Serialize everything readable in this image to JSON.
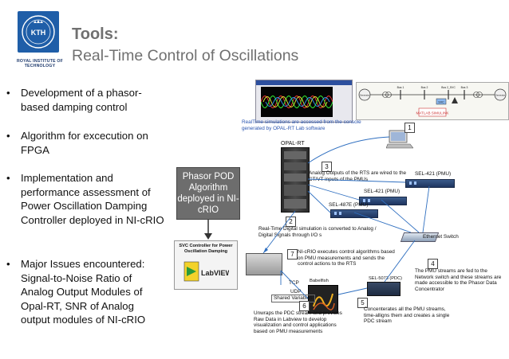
{
  "header": {
    "title_line1": "Tools:",
    "title_line2": "Real-Time Control of Oscillations",
    "logo_text": "KTH",
    "institute": "ROYAL INSTITUTE OF TECHNOLOGY"
  },
  "bullets": [
    "Development of a phasor-based damping control",
    "Algorithm for excecution on FPGA",
    "Implementation and performance assessment of Power Oscillation Damping Controller deployed in NI-cRIO",
    "Major Issues encountered: Signal-to-Noise Ratio of Analog Output Modules of Opal-RT, SNR of Analog output modules of NI-cRIO"
  ],
  "diagram": {
    "pod_box": "Phasor POD Algorithm deployed in NI-cRIO",
    "svc_box": "SVC Controller for Power Oscillation Damping",
    "labview": "LabVIEW",
    "console_caption": "RealTime simulations are accessed from the console generated by  OPAL-RT Lab software",
    "opal_rt": "OPAL-RT",
    "matlab": "MATLAB SIMULINK",
    "step3": "Analog Outputs of the RTS are wired to the CT/VT inputs of the PMUs",
    "step2": "Real-Time Digital simulation is converted to Analog / Digital Signals through I/O s",
    "step7": "NI-cRIO executes control algorithms based on PMU measurements and sends the control actions to the RTS",
    "step4": "The PMU streams are fed to the Network switch and these streams are made accessible to the Phasor Data Concentrator",
    "step5": "Concenterates all the PMU streams, time-alligns them and creates a single PDC stream",
    "step6": "Unwraps the PDC stream and provides Raw Data in Labview to develop visualization and control applications based on PMU measurements",
    "pmu1": "SEL-421 (PMU)",
    "pmu2": "SEL-421 (PMU)",
    "pmu3": "SEL-487E (PMU)",
    "switch": "Ethernet Switch",
    "pdc": "SEL-5073 (PDC)",
    "babelfish": "Babelfish",
    "tcp": "TCP",
    "udp": "UDP",
    "shared": "Shared Variables",
    "numbers": [
      "1",
      "2",
      "3",
      "4",
      "5",
      "6",
      "7"
    ],
    "grid": {
      "gen_left": "Generator",
      "gen_right": "Generator",
      "bus1": "Bus 1",
      "bus2": "Bus 2",
      "bus2svc": "Bus 2_SVC",
      "bus3": "Bus 3",
      "svc": "SVC"
    }
  }
}
